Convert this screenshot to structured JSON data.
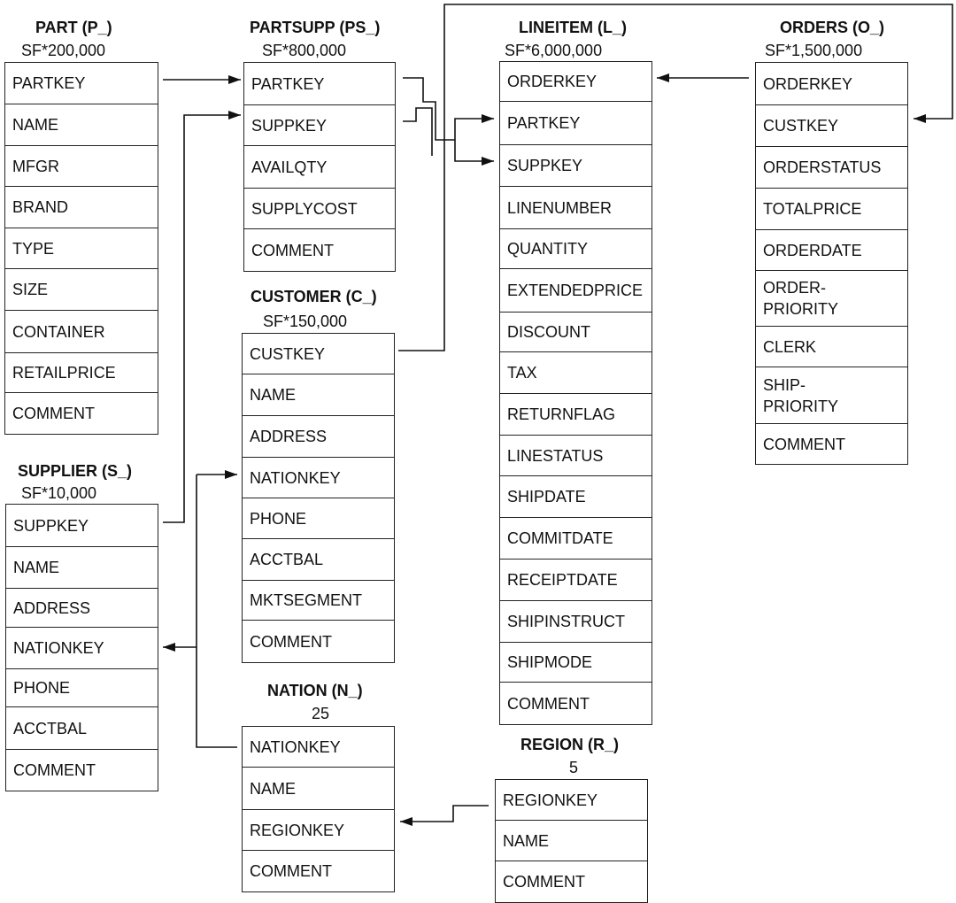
{
  "tables": {
    "part": {
      "title": "PART (P_)",
      "cardinality": "SF*200,000",
      "columns": [
        "PARTKEY",
        "NAME",
        "MFGR",
        "BRAND",
        "TYPE",
        "SIZE",
        "CONTAINER",
        "RETAILPRICE",
        "COMMENT"
      ]
    },
    "partsupp": {
      "title": "PARTSUPP (PS_)",
      "cardinality": "SF*800,000",
      "columns": [
        "PARTKEY",
        "SUPPKEY",
        "AVAILQTY",
        "SUPPLYCOST",
        "COMMENT"
      ]
    },
    "lineitem": {
      "title": "LINEITEM (L_)",
      "cardinality": "SF*6,000,000",
      "columns": [
        "ORDERKEY",
        "PARTKEY",
        "SUPPKEY",
        "LINENUMBER",
        "QUANTITY",
        "EXTENDEDPRICE",
        "DISCOUNT",
        "TAX",
        "RETURNFLAG",
        "LINESTATUS",
        "SHIPDATE",
        "COMMITDATE",
        "RECEIPTDATE",
        "SHIPINSTRUCT",
        "SHIPMODE",
        "COMMENT"
      ]
    },
    "orders": {
      "title": "ORDERS (O_)",
      "cardinality": "SF*1,500,000",
      "columns": [
        "ORDERKEY",
        "CUSTKEY",
        "ORDERSTATUS",
        "TOTALPRICE",
        "ORDERDATE",
        "ORDER-\nPRIORITY",
        "CLERK",
        "SHIP-\nPRIORITY",
        "COMMENT"
      ]
    },
    "customer": {
      "title": "CUSTOMER (C_)",
      "cardinality": "SF*150,000",
      "columns": [
        "CUSTKEY",
        "NAME",
        "ADDRESS",
        "NATIONKEY",
        "PHONE",
        "ACCTBAL",
        "MKTSEGMENT",
        "COMMENT"
      ]
    },
    "supplier": {
      "title": "SUPPLIER (S_)",
      "cardinality": "SF*10,000",
      "columns": [
        "SUPPKEY",
        "NAME",
        "ADDRESS",
        "NATIONKEY",
        "PHONE",
        "ACCTBAL",
        "COMMENT"
      ]
    },
    "nation": {
      "title": "NATION (N_)",
      "cardinality": "25",
      "columns": [
        "NATIONKEY",
        "NAME",
        "REGIONKEY",
        "COMMENT"
      ]
    },
    "region": {
      "title": "REGION (R_)",
      "cardinality": "5",
      "columns": [
        "REGIONKEY",
        "NAME",
        "COMMENT"
      ]
    }
  }
}
